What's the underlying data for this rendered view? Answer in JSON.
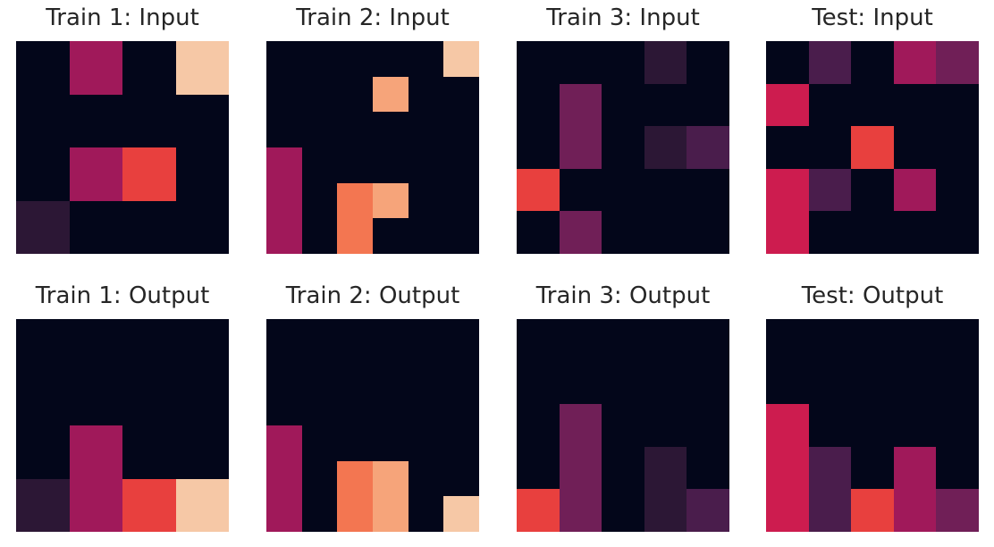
{
  "palette": {
    "0": "#03061a",
    "1": "#2c1735",
    "2": "#4a1d4c",
    "3": "#701f57",
    "4": "#a0195a",
    "5": "#cd1c4f",
    "6": "#e8403e",
    "7": "#f37651",
    "8": "#f6a47a",
    "9": "#f6c8a6"
  },
  "panels": [
    {
      "title": "Train 1: Input",
      "grid": [
        [
          0,
          4,
          0,
          9
        ],
        [
          0,
          0,
          0,
          0
        ],
        [
          0,
          4,
          6,
          0
        ],
        [
          1,
          0,
          0,
          0
        ]
      ]
    },
    {
      "title": "Train 2: Input",
      "grid": [
        [
          0,
          0,
          0,
          0,
          0,
          9
        ],
        [
          0,
          0,
          0,
          8,
          0,
          0
        ],
        [
          0,
          0,
          0,
          0,
          0,
          0
        ],
        [
          4,
          0,
          0,
          0,
          0,
          0
        ],
        [
          4,
          0,
          7,
          8,
          0,
          0
        ],
        [
          4,
          0,
          7,
          0,
          0,
          0
        ]
      ]
    },
    {
      "title": "Train 3: Input",
      "grid": [
        [
          0,
          0,
          0,
          1,
          0
        ],
        [
          0,
          3,
          0,
          0,
          0
        ],
        [
          0,
          3,
          0,
          1,
          2
        ],
        [
          6,
          0,
          0,
          0,
          0
        ],
        [
          0,
          3,
          0,
          0,
          0
        ]
      ]
    },
    {
      "title": "Test: Input",
      "grid": [
        [
          0,
          2,
          0,
          4,
          3
        ],
        [
          5,
          0,
          0,
          0,
          0
        ],
        [
          0,
          0,
          6,
          0,
          0
        ],
        [
          5,
          2,
          0,
          4,
          0
        ],
        [
          5,
          0,
          0,
          0,
          0
        ]
      ]
    },
    {
      "title": "Train 1: Output",
      "grid": [
        [
          0,
          0,
          0,
          0
        ],
        [
          0,
          0,
          0,
          0
        ],
        [
          0,
          4,
          0,
          0
        ],
        [
          1,
          4,
          6,
          9
        ]
      ]
    },
    {
      "title": "Train 2: Output",
      "grid": [
        [
          0,
          0,
          0,
          0,
          0,
          0
        ],
        [
          0,
          0,
          0,
          0,
          0,
          0
        ],
        [
          0,
          0,
          0,
          0,
          0,
          0
        ],
        [
          4,
          0,
          0,
          0,
          0,
          0
        ],
        [
          4,
          0,
          7,
          8,
          0,
          0
        ],
        [
          4,
          0,
          7,
          8,
          0,
          9
        ]
      ]
    },
    {
      "title": "Train 3: Output",
      "grid": [
        [
          0,
          0,
          0,
          0,
          0
        ],
        [
          0,
          0,
          0,
          0,
          0
        ],
        [
          0,
          3,
          0,
          0,
          0
        ],
        [
          0,
          3,
          0,
          1,
          0
        ],
        [
          6,
          3,
          0,
          1,
          2
        ]
      ]
    },
    {
      "title": "Test: Output",
      "grid": [
        [
          0,
          0,
          0,
          0,
          0
        ],
        [
          0,
          0,
          0,
          0,
          0
        ],
        [
          5,
          0,
          0,
          0,
          0
        ],
        [
          5,
          2,
          0,
          4,
          0
        ],
        [
          5,
          2,
          6,
          4,
          3
        ]
      ]
    }
  ]
}
